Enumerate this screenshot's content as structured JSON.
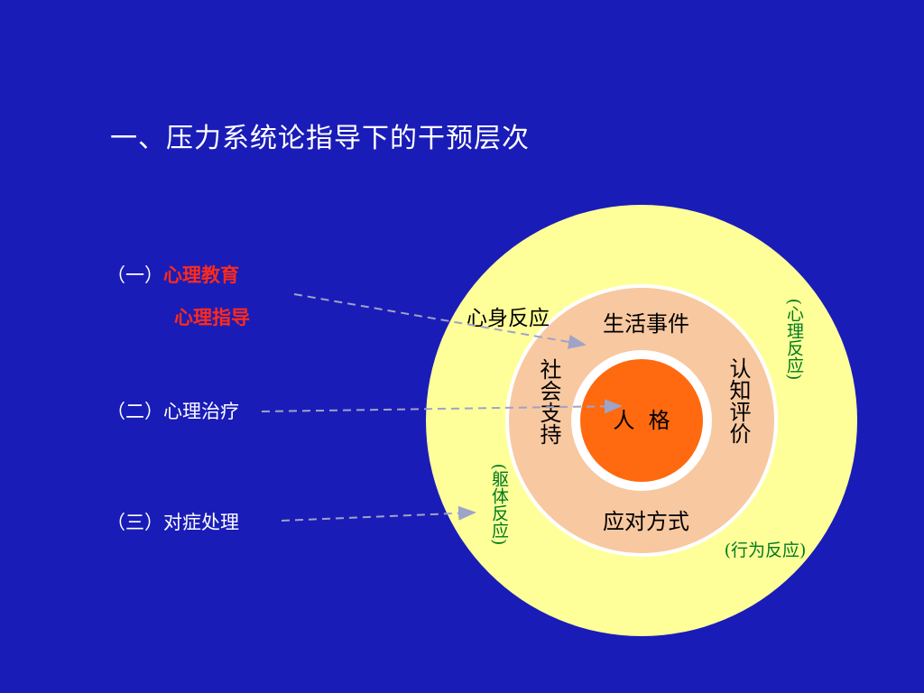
{
  "title": "一、压力系统论指导下的干预层次",
  "levels": [
    {
      "prefix": "（一）",
      "items": [
        "心理教育",
        "心理指导"
      ],
      "highlight": true
    },
    {
      "prefix": "（二）",
      "items": [
        "心理治疗"
      ],
      "highlight": false
    },
    {
      "prefix": "（三）",
      "items": [
        "对症处理"
      ],
      "highlight": false
    }
  ],
  "diagram": {
    "core": "人  格",
    "middle": {
      "top": "生活事件",
      "bottom": "应对方式",
      "left": "社会支持",
      "right": "认知评价"
    },
    "outer": {
      "top_left": "心身反应",
      "right": "(心理反应)",
      "left": "(躯体反应)",
      "bottom_right": "(行为反应)"
    }
  },
  "colors": {
    "background": "#1a1cb8",
    "outer_ring": "#ffff99",
    "middle_ring": "#f8c8a0",
    "inner_ring": "#ffffff",
    "core": "#ff6a10",
    "highlight_text": "#ff2a1a",
    "green_text": "#007a20",
    "arrow": "#9ea3c8"
  }
}
